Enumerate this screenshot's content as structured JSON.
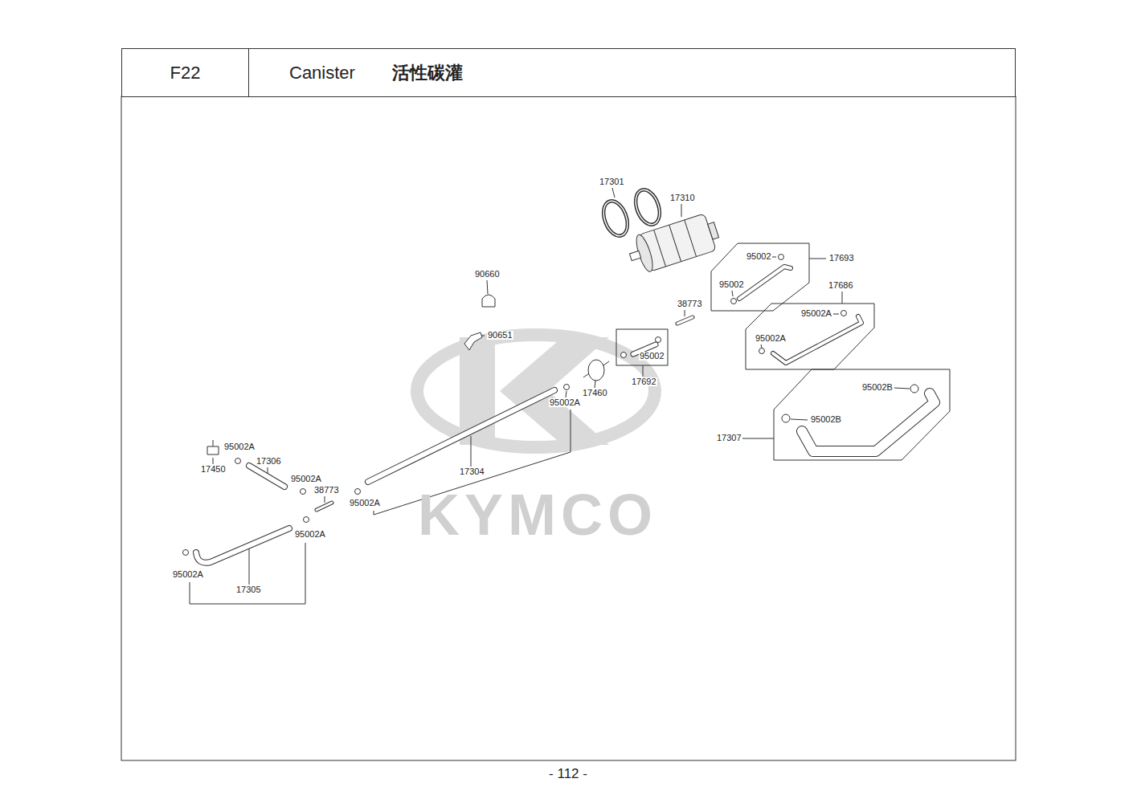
{
  "diagram": {
    "nodes": [
      {
        "text": [
          "F22"
        ]
      },
      {
        "text": [
          "Canister",
          "活性碳灌"
        ]
      }
    ],
    "labels": [
      "17301",
      "17310",
      "95002",
      "17693",
      "95002",
      "17686",
      "90660",
      "38773",
      "95002A",
      "95002A",
      "90651",
      "95002",
      "17692",
      "17460",
      "95002A",
      "95002B",
      "95002B",
      "17307",
      "95002A",
      "17306",
      "17450",
      "95002A",
      "38773",
      "17304",
      "95002A",
      "95002A",
      "95002A",
      "17305",
      "KYMCO",
      "- 112 -"
    ]
  }
}
